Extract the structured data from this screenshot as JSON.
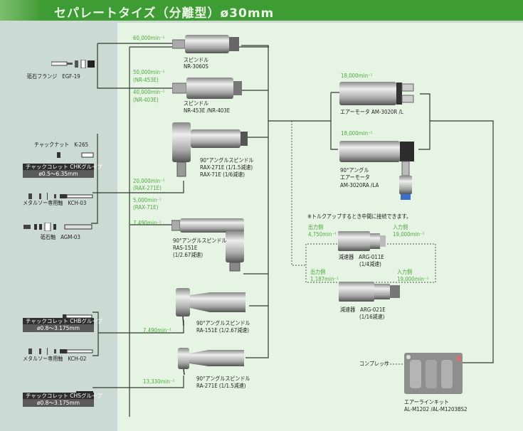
{
  "header": {
    "title": "セパレートタイズ（分離型）ø30mm"
  },
  "accessories": {
    "flange": {
      "label": "砥石フランジ　EGF-19"
    },
    "chuck_nut": {
      "label": "チャックナット　K-265"
    },
    "collet_chk": {
      "title": "チャックコレット CHKグループ",
      "range": "ø0.5～6.35mm"
    },
    "shaft_kch03": {
      "label": "メタルソー専用軸　KCH-03"
    },
    "shaft_agm03": {
      "label": "砥石軸　AGM-03"
    },
    "collet_chb": {
      "title": "チャックコレット CHBグループ",
      "range": "ø0.8～3.175mm"
    },
    "shaft_kch02": {
      "label": "メタルソー専用軸　KCH-02"
    },
    "collet_chs": {
      "title": "チャックコレット CHSグループ",
      "range": "ø0.8～3.175mm"
    }
  },
  "spindles": [
    {
      "name": "スピンドル",
      "model": "NR-3060S",
      "speed": "60,000min⁻¹"
    },
    {
      "name": "スピンドル",
      "model": "NR-453E /NR-403E",
      "speed": "50,000min⁻¹",
      "speed_note": "(NR-453E)",
      "speed2": "40,000min⁻¹",
      "speed2_note": "(NR-403E)"
    },
    {
      "name": "90°アングルスピンドル",
      "model": "RAX-271E (1/1.5減速)",
      "model2": "RAX-71E (1/6減速)",
      "speed": "20,000min⁻¹",
      "speed_note": "(RAX-271E)",
      "speed2": "5,000min⁻¹",
      "speed2_note": "(RAX-71E)"
    },
    {
      "name": "90°アングルスピンドル",
      "model": "RAS-151E",
      "model2": "(1/2.67減速)",
      "speed": "7,490min⁻¹"
    },
    {
      "name": "90°アングルスピンドル",
      "model": "RA-151E (1/2.67減速)",
      "speed": "7,490min⁻¹"
    },
    {
      "name": "90°アングルスピンドル",
      "model": "RA-271E (1/1.5減速)",
      "speed": "13,330min⁻¹"
    }
  ],
  "motors": [
    {
      "name": "エアーモータ AM-3020R /L",
      "speed": "18,000min⁻¹"
    },
    {
      "name_line1": "90°アングル",
      "name_line2": "エアーモータ",
      "model": "AM-3020RA /LA",
      "speed": "18,000min⁻¹"
    }
  ],
  "reducer_note": "※トルクアップするとき中間に接続できます。",
  "reducers": [
    {
      "model": "減速器　ARG-011E",
      "ratio": "(1/4減速)",
      "out_label": "出力側",
      "out_speed": "4,750min⁻¹",
      "in_label": "入力側",
      "in_speed": "19,000min⁻¹"
    },
    {
      "model": "減速器　ARG-021E",
      "ratio": "(1/16減速)",
      "out_label": "出力側",
      "out_speed": "1,187min⁻¹",
      "in_label": "入力側",
      "in_speed": "19,000min⁻¹"
    }
  ],
  "compressor": {
    "label": "コンプレッサ"
  },
  "air_kit": {
    "name": "エアーラインキット",
    "model": "AL-M1202 /AL-M1203BS2"
  }
}
